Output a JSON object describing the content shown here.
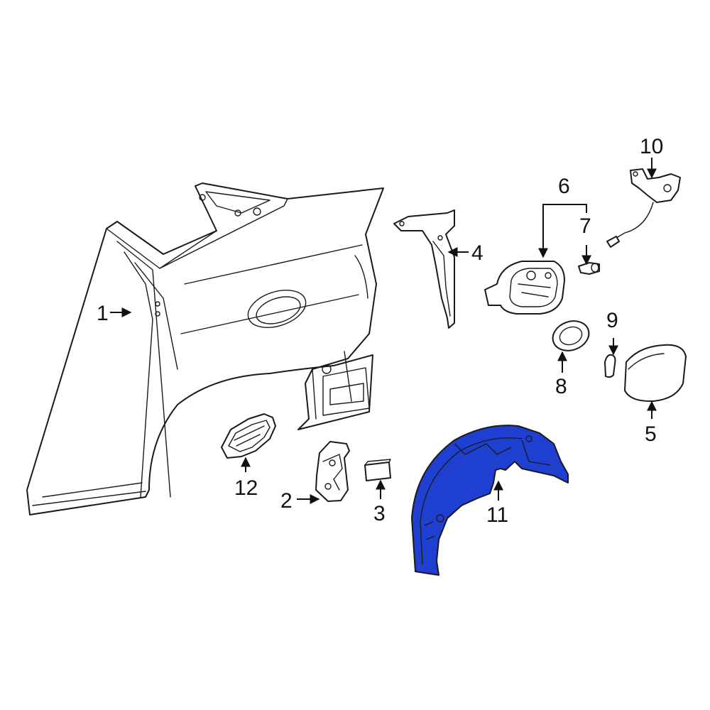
{
  "highlight_color": "#1f3fd1",
  "callouts": {
    "c1": "1",
    "c2": "2",
    "c3": "3",
    "c4": "4",
    "c5": "5",
    "c6": "6",
    "c7": "7",
    "c8": "8",
    "c9": "9",
    "c10": "10",
    "c11": "11",
    "c12": "12"
  }
}
